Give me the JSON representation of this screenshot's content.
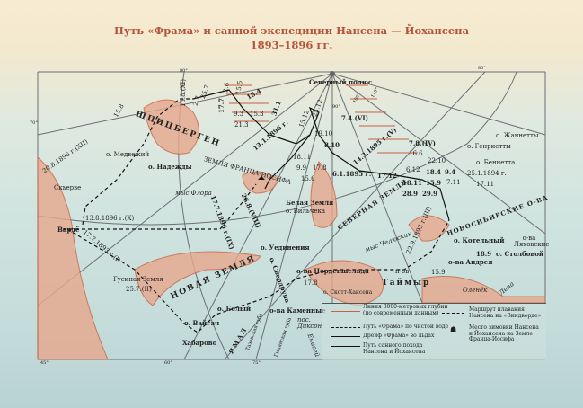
{
  "title": {
    "line1": "Путь «Фрама» и санной экспедиции Нансена — Йохансена",
    "line2": "1893–1896 гг."
  },
  "graticule": {
    "lon80_top": "80°",
    "lon80_right": "80°",
    "lat70": "70°",
    "lon45": "45°",
    "lon60": "60°",
    "lon75": "75°",
    "lon90": "90°",
    "lon100": "100°",
    "lon110": "110°",
    "lat80": "80°"
  },
  "places": {
    "north_pole": "Северный полюс",
    "spitsbergen": "ШПИЦБЕРГЕН",
    "medvezhiy": "о. Медвежий",
    "nadezhdy": "о. Надежды",
    "franz_josef": "ЗЕМЛЯ ФРАНЦА-ИОСИФА",
    "flora": "мыс Флора",
    "belaya": "Белая Земля",
    "vilchek": "о. Вильчека",
    "severnaya": "СЕВЕРНАЯ ЗЕМЛЯ",
    "novosib": "НОВОСИБИРСКИЕ О-ВА",
    "zhannetty": "о. Жаннетты",
    "genrietty": "о. Генриетты",
    "bennetta": "о. Беннетта",
    "lyakhovskie": "о-ва Ляховские",
    "kotelny": "о. Котельный",
    "stolbovoy": "о. Столбовой",
    "skerve": "Скьерве",
    "varde": "Вардё",
    "gusinaya": "Гусиная Земля",
    "novaya": "НОВАЯ ЗЕМЛЯ",
    "uedineniya": "о. Уединения",
    "nordenshelda": "о-ва Норденшельда",
    "belyi": "о. Белый",
    "vaygach": "о. Вайгач",
    "khabarovo": "Хабарово",
    "kamennye": "о-ва Каменные",
    "sverdrup": "о. Свердрупа",
    "dikson": "пос. Диксон",
    "yamal": "ЯМАЛ",
    "andreya": "о-ва Андрея",
    "taymyr": "Таймыр",
    "taymyr_pen": "п-ов",
    "chelyuskin": "мыс Челюскин",
    "olenek": "Оленёк",
    "lena": "Лена",
    "yenisey": "Енисей",
    "scotta": "о. Скотт-Хансена",
    "gydanskaya": "Гыданская губа",
    "tazovskaya": "Тазовская губа"
  },
  "dates": [
    "20.8.1896 г.(XII)",
    "13.8.1896 г.(X)",
    "17.7.1893 г.(I)",
    "25.7.(II)",
    "13.8.(XI)",
    "15.8",
    "2.7",
    "25.7",
    "17.7",
    "2.6",
    "15.5",
    "18.4",
    "9.3",
    "15.3",
    "21.3",
    "31.1",
    "13.1.1896 г.",
    "15.12",
    "25.12",
    "26.8.(VIII)",
    "17.7.1896 г.(IX)",
    "7.4.(VI)",
    "14.3.1895 г.(V)",
    "19.10",
    "18.11",
    "8.10",
    "9.9",
    "17.8",
    "15.6",
    "6.1.1895 г.",
    "17.12",
    "18.11",
    "6.12",
    "22.10",
    "16.6",
    "28.9",
    "7.8.(IV)",
    "18.4",
    "9.4",
    "15.9",
    "29.9",
    "22.9.1893 г.(III)",
    "25.1.1894 г.",
    "17.11",
    "7.11",
    "18.9",
    "15.9",
    "17.8"
  ],
  "legend": {
    "isobath": "Линия 3000-метровых глубин (по современным данным)",
    "fram_open": "Путь «Фрама» по чистой воде",
    "fram_drift": "Дрейф «Фрама» во льдах",
    "sled": "Путь санного похода Нансена и Йохансена",
    "windward": "Маршрут плавания Нансена на «Виндворде»",
    "winter": "Место зимовки Нансена и Йохансена на Земле Франца-Иосифа"
  },
  "colors": {
    "title": "#b5533a",
    "land": "#c9603f",
    "grid": "#6b6f74"
  }
}
